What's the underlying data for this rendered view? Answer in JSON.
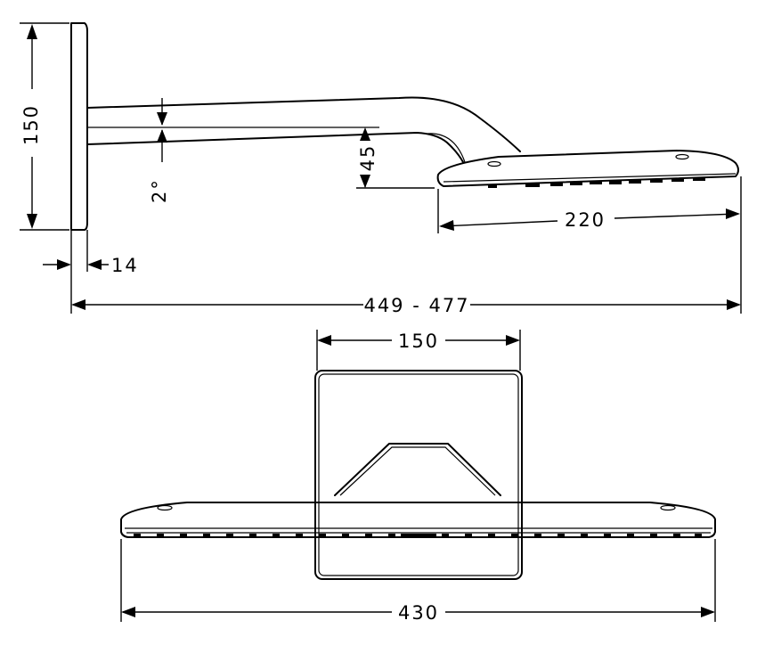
{
  "dimensions": {
    "flange_height": "150",
    "flange_thickness": "14",
    "arm_angle": "2°",
    "head_drop": "45",
    "head_length": "220",
    "total_projection": "449 - 477",
    "flange_width": "150",
    "head_width": "430"
  }
}
